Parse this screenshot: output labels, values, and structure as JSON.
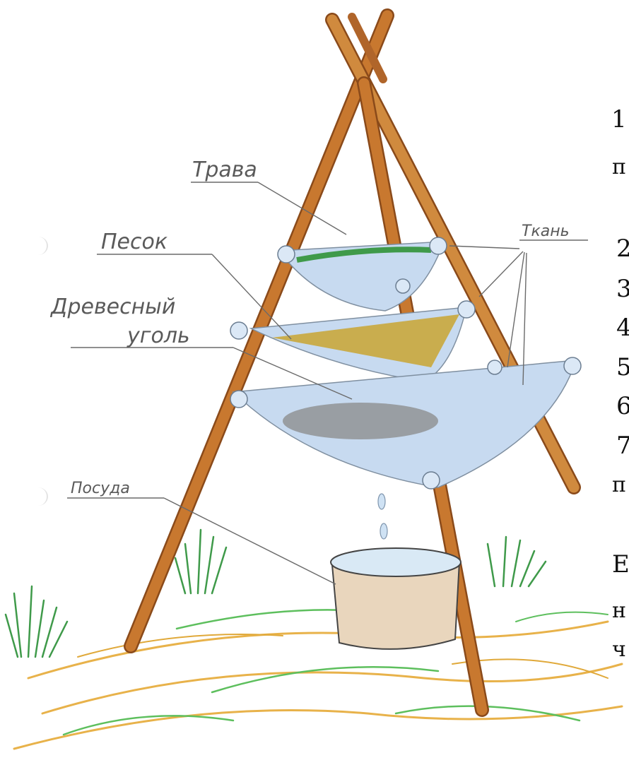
{
  "labels": {
    "grass": "Трава",
    "sand": "Песок",
    "charcoal_line1": "Древесный",
    "charcoal_line2": "уголь",
    "cloth": "Ткань",
    "dish": "Посуда"
  },
  "cut_off_text": {
    "numbers": [
      "1",
      "2",
      "3",
      "4",
      "5",
      "6",
      "7"
    ],
    "letters": [
      "п",
      "п",
      "Е",
      "н",
      "ч"
    ]
  },
  "colors": {
    "pole": "#c8782f",
    "pole_dark": "#8a4a1a",
    "cloth": "#b9d3ec",
    "grass": "#3f9a4a",
    "sand": "#c9a431",
    "charcoal": "#8a8a8a",
    "ground": "#e8b24a",
    "pencil": "#555555"
  }
}
